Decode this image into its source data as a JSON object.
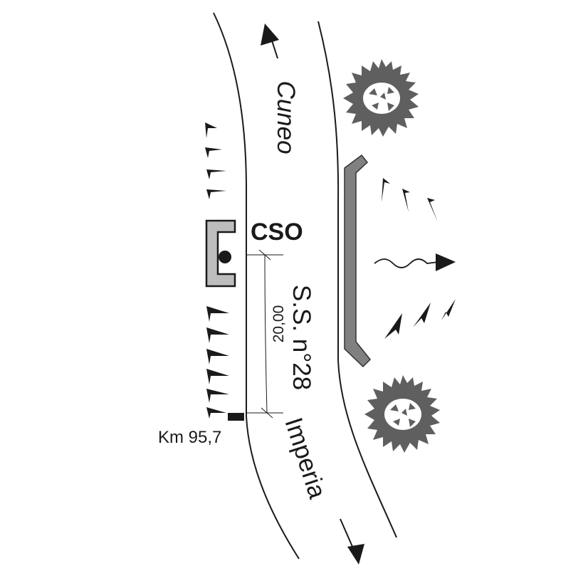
{
  "labels": {
    "direction_north": "Cuneo",
    "direction_south": "Imperia",
    "road": "S.S. n°28",
    "station": "CSO",
    "kilometre": "Km 95,7",
    "distance": "20,00"
  },
  "colors": {
    "line": "#1a1a1a",
    "station_fill": "#bdbdbd",
    "barrier_fill": "#808080",
    "tree_fill": "#5f5f5f"
  },
  "icons": {
    "station": "station-bracket-icon",
    "tree": "tree-icon",
    "wind": "wind-arrow-icon",
    "slope": "slope-tick-icon"
  }
}
